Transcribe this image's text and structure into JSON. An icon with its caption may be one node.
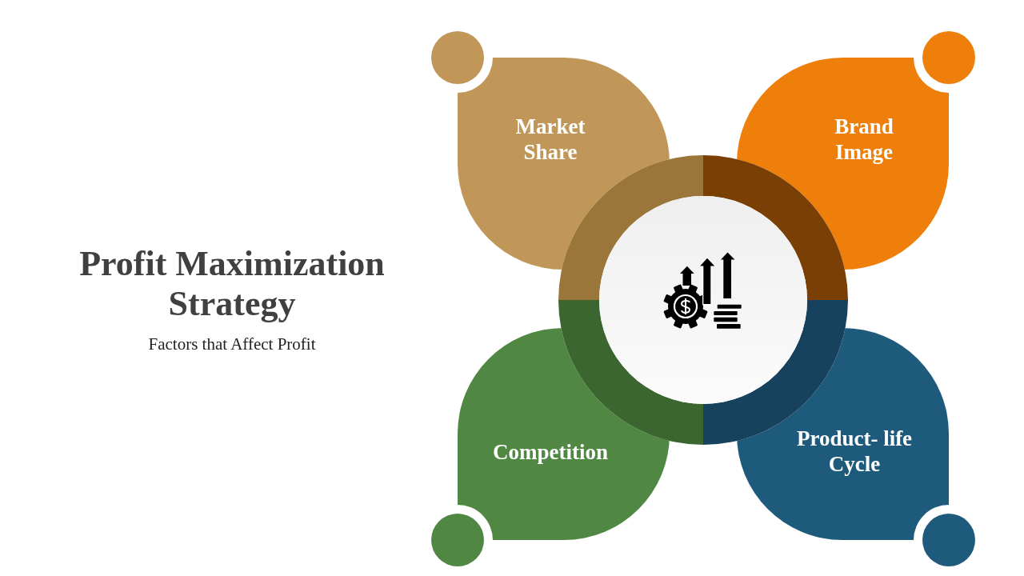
{
  "diagram": {
    "title": "Profit Maximization Strategy",
    "nodes": [
      {
        "text": [
          "Market Share"
        ]
      },
      {
        "text": [
          "Brand Image"
        ]
      },
      {
        "text": [
          "Competition"
        ]
      },
      {
        "text": [
          "Product- life Cycle"
        ]
      }
    ],
    "labels": [
      "Factors that Affect Profit"
    ]
  }
}
